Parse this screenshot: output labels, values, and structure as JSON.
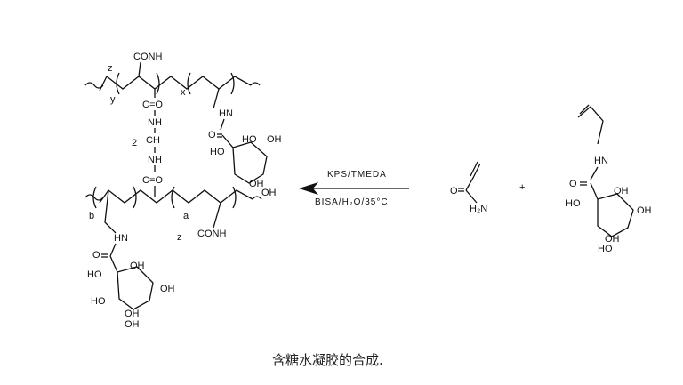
{
  "colors": {
    "ink": "#111111",
    "background": "#ffffff"
  },
  "labels": {
    "hydrogel_top": {
      "conh": "CONH",
      "sub_z": "z",
      "sub_y": "y",
      "sub_x": "x"
    },
    "crosslinker": {
      "co_top": "C=O",
      "nh_top": "NH",
      "ch2": "CH",
      "ch2_sub": "2",
      "nh_bottom": "NH",
      "co_bottom": "C=O"
    },
    "sugar_top": {
      "hn": "HN",
      "o": "O",
      "ho1": "HO",
      "oh1": "OH",
      "ho2": "HO",
      "oh2": "OH",
      "oh3": "OH"
    },
    "hydrogel_bottom": {
      "sub_b": "b",
      "sub_a": "a",
      "sub_z": "z",
      "conh": "CONH",
      "hn": "HN"
    },
    "sugar_bottom": {
      "o": "O",
      "ho1": "HO",
      "oh1": "OH",
      "oh2": "OH",
      "ho2": "HO",
      "oh3": "OH",
      "oh4": "OH"
    },
    "arrow": {
      "condition_top": "KPS/TMEDA",
      "condition_bottom": "BISA/H₂O/35°C"
    },
    "acrylamide": {
      "o": "O",
      "nh2": "H₂N"
    },
    "plus": "+",
    "monomer": {
      "hn": "HN",
      "o": "O",
      "ho1": "HO",
      "oh1": "OH",
      "oh2": "OH",
      "oh3": "OH",
      "ho2": "HO"
    }
  },
  "caption": "含糖水凝胶的合成."
}
